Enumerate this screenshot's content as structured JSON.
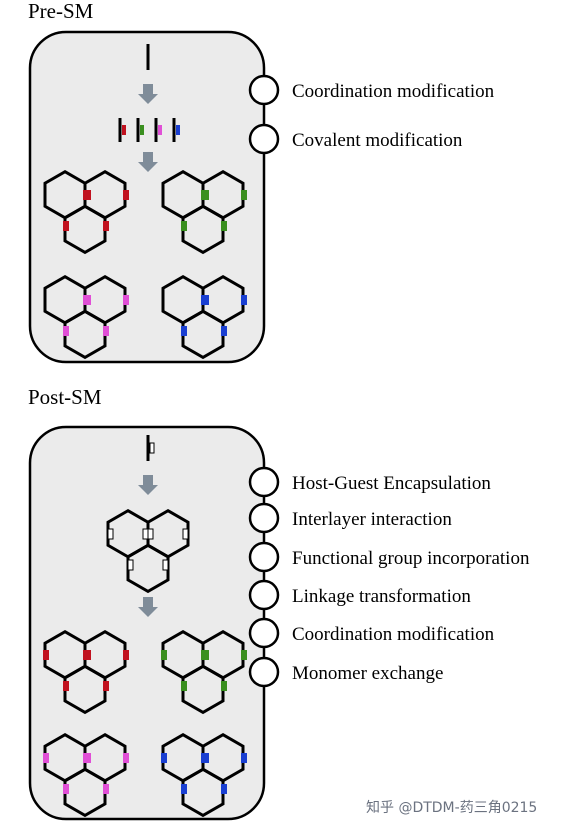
{
  "pre_sm": {
    "title": "Pre-SM",
    "modifications": [
      {
        "label": "Coordination modification"
      },
      {
        "label": "Covalent modification"
      }
    ]
  },
  "post_sm": {
    "title": "Post-SM",
    "modifications": [
      {
        "label": "Host-Guest Encapsulation"
      },
      {
        "label": "Interlayer interaction"
      },
      {
        "label": "Functional group incorporation"
      },
      {
        "label": "Linkage transformation"
      },
      {
        "label": "Coordination modification"
      },
      {
        "label": "Monomer exchange"
      }
    ]
  },
  "colors": {
    "panel_fill": "#ebebeb",
    "stroke": "#000000",
    "arrow": "#7f8c99",
    "red": "#c1121f",
    "green": "#3a8f1f",
    "magenta": "#e04fd6",
    "blue": "#1a3fd1"
  },
  "watermark": "知乎 @DTDM-药三角0215"
}
